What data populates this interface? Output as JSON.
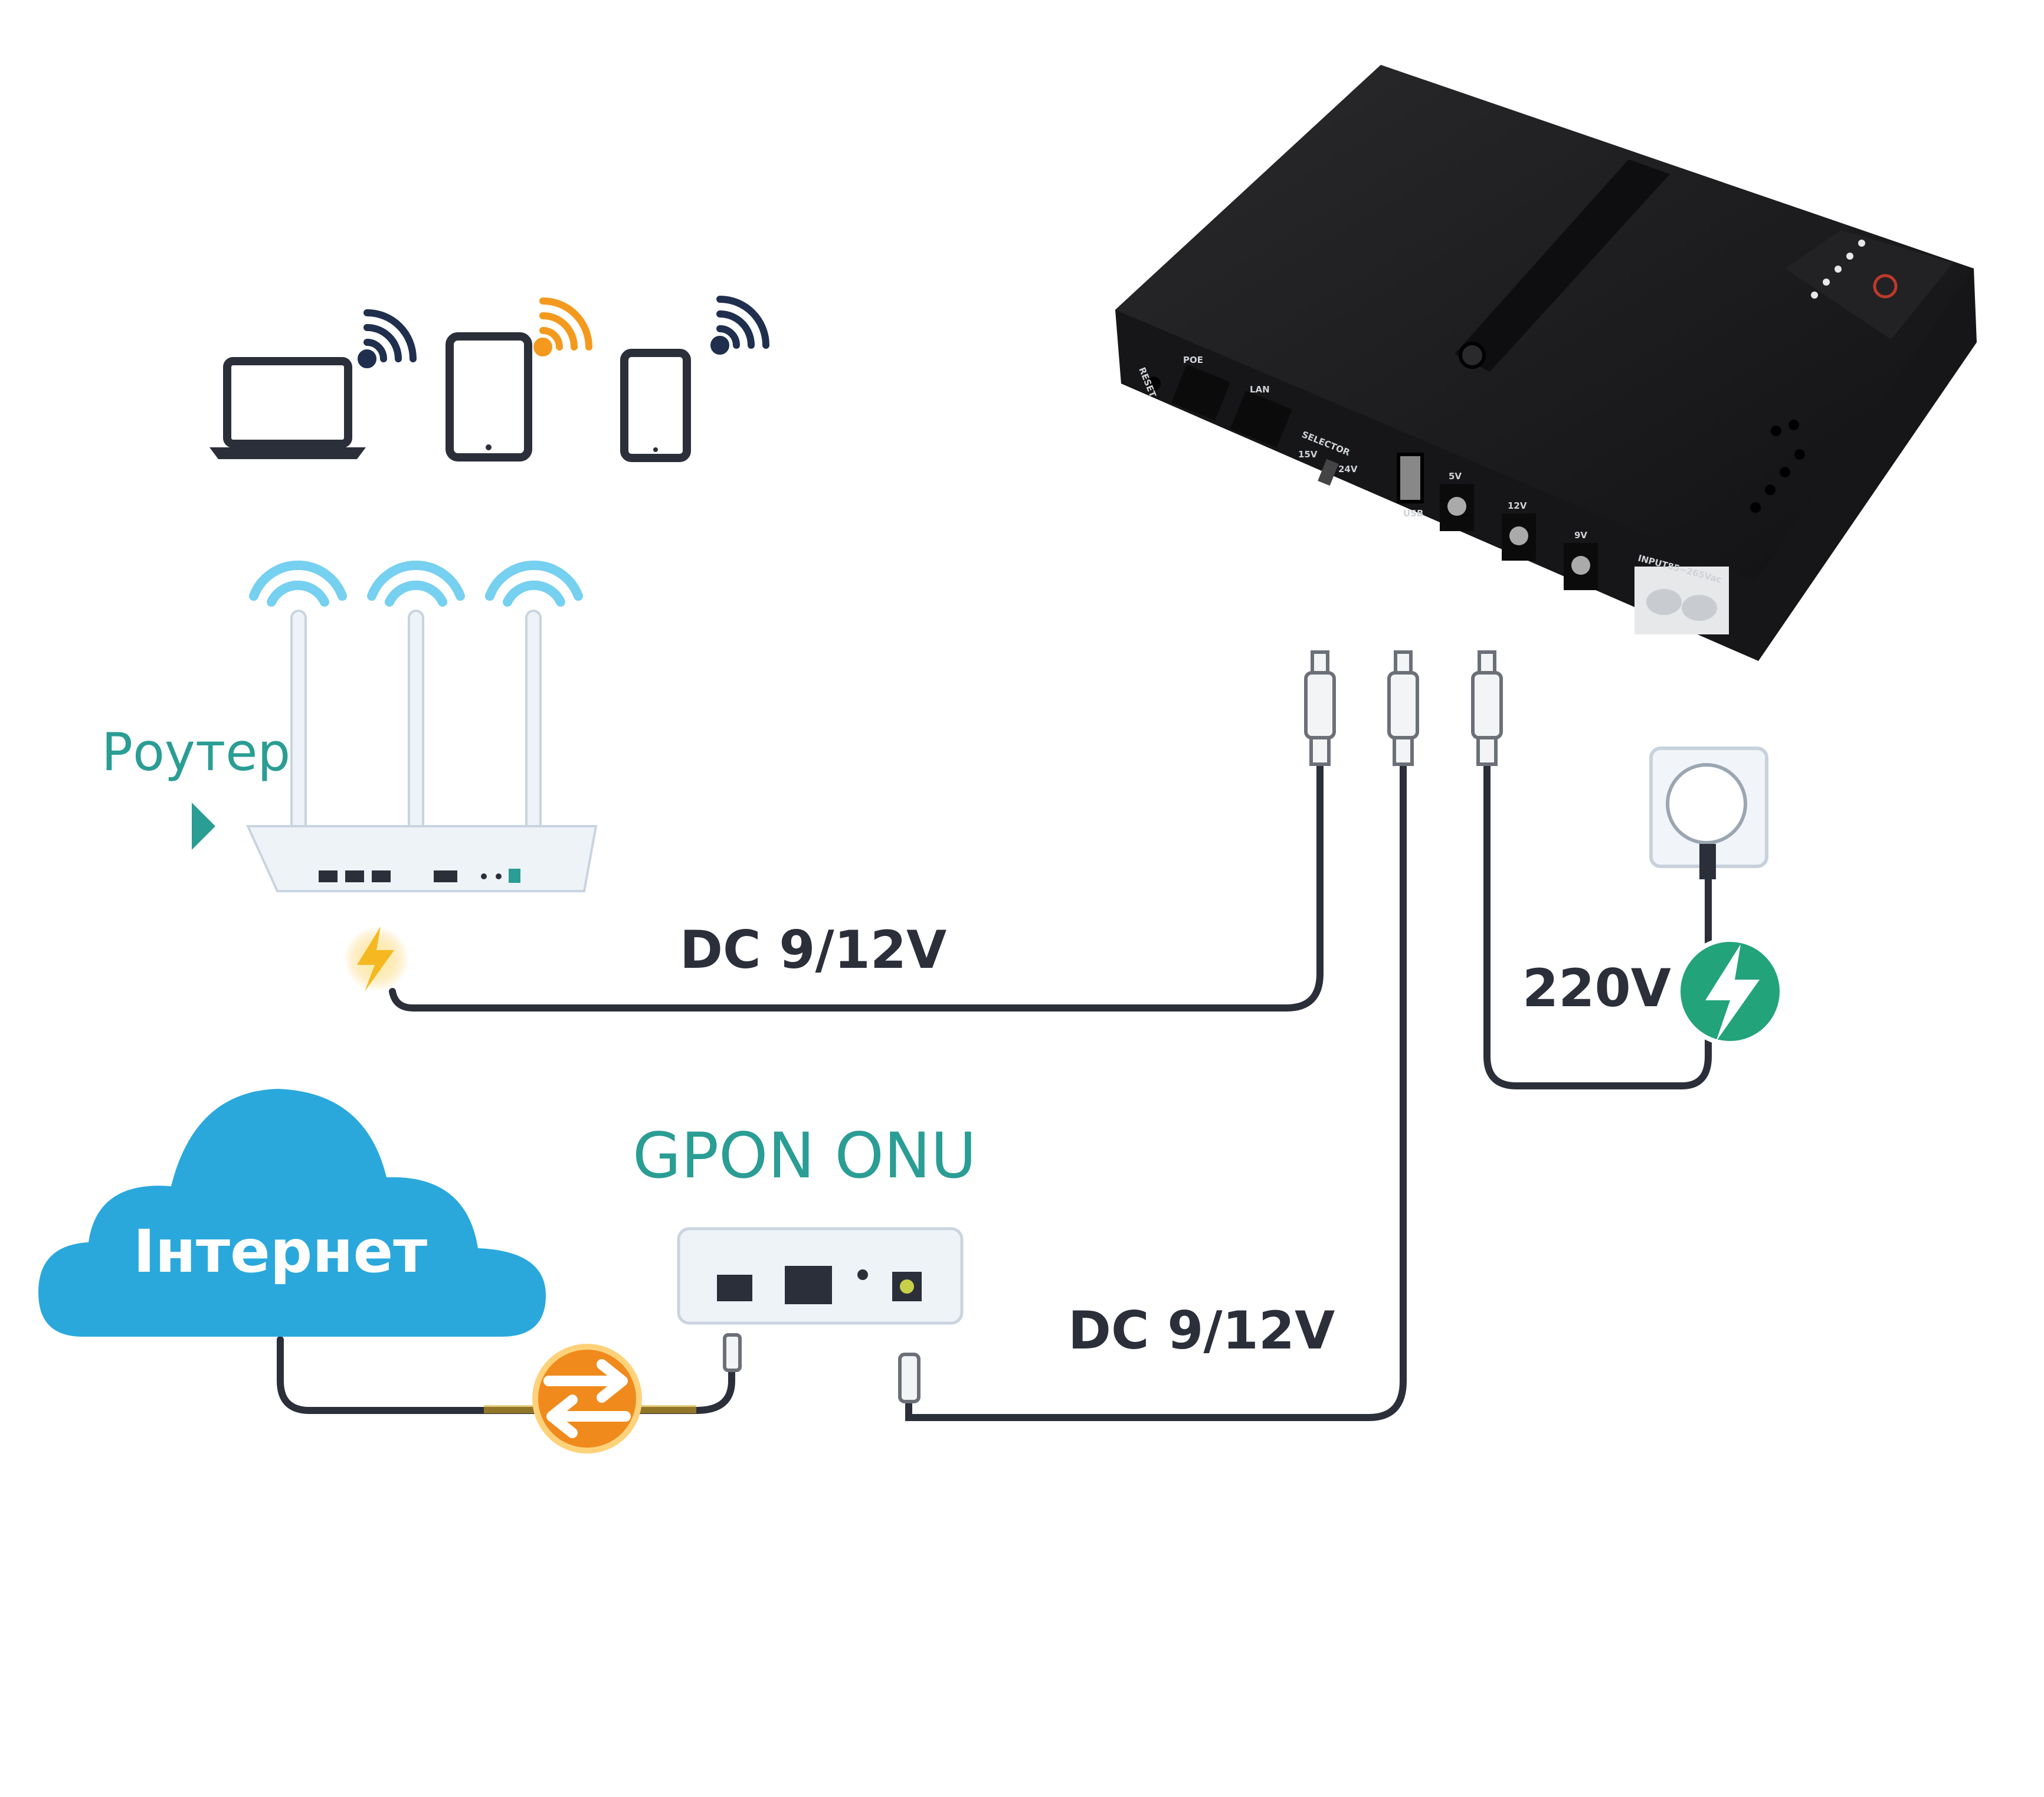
{
  "labels": {
    "router": "Роутер",
    "dc_router": "DC 9/12V",
    "dc_onu": "DC 9/12V",
    "mains": "220V",
    "onu": "GPON ONU",
    "internet": "Інтернет"
  },
  "ups": {
    "ports": {
      "reset": "RESET",
      "poe": "POE",
      "lan": "LAN",
      "selector": "SELECTOR",
      "sel_low": "15V",
      "sel_high": "24V",
      "usb": "USB",
      "out5": "5V",
      "out12": "12V",
      "out9": "9V",
      "input": "INPUT85~265Vac"
    }
  },
  "colors": {
    "teal_text": "#2a9d94",
    "cable": "#2b2f3a",
    "cloud": "#2aa8dc",
    "wifi_glow": "#5fc8ee",
    "power_green": "#22a37a",
    "exchange_orange": "#f08a1c",
    "bolt_yellow": "#f6b820",
    "wifi_orange": "#f39a1e",
    "wifi_navy": "#1f2f4d",
    "ups_body": "#1c1c1e"
  },
  "icons": [
    "laptop-icon",
    "tablet-icon",
    "phone-icon",
    "wifi-icon",
    "router-icon",
    "lightning-icon",
    "power-bolt-icon",
    "exchange-arrows-icon",
    "cloud-icon",
    "wall-socket-icon",
    "dc-plug-icon",
    "play-triangle-icon"
  ]
}
